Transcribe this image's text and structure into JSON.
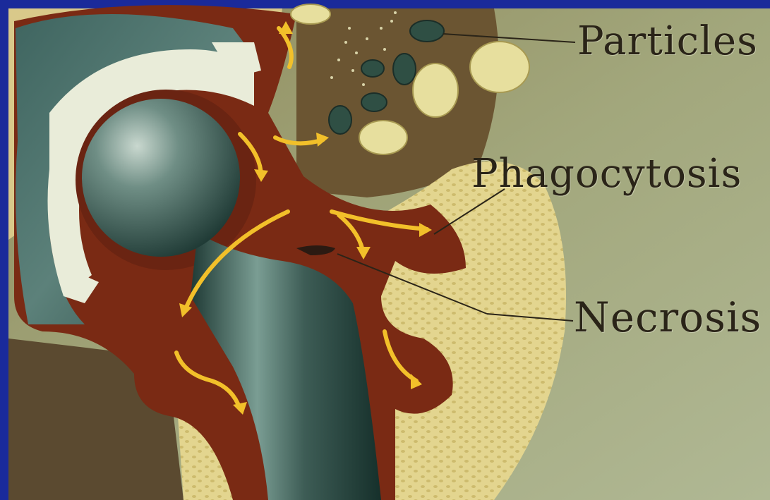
{
  "labels": {
    "particles": "Particles",
    "phagocytosis": "Phagocytosis",
    "necrosis": "Necrosis"
  },
  "colors": {
    "frame": "#1a2a9a",
    "background": "#9aa37a",
    "membrane": "#7a2a14",
    "implant_metal": "#4f6e66",
    "cement": "#e9ecd9",
    "bone": "#e6d99a",
    "arrows": "#f2c02a",
    "particles_dark": "#2f4f44",
    "particles_light": "#e7df9e"
  },
  "icons": [
    "arrow-icon"
  ]
}
